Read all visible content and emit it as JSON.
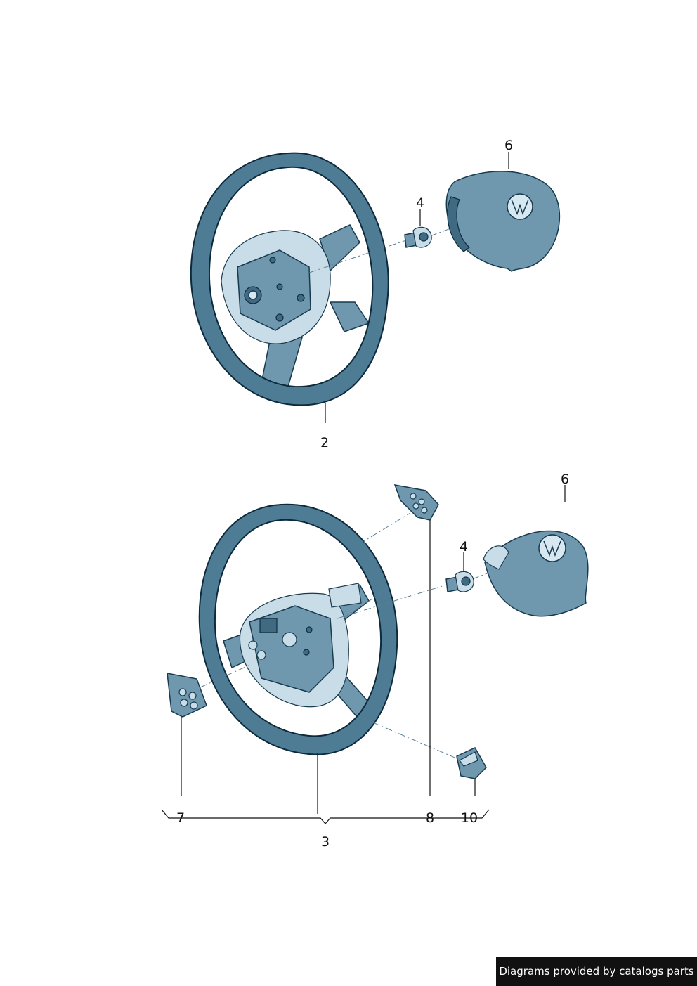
{
  "callouts": {
    "upper_airbag": "6",
    "upper_bolt": "4",
    "upper_wheel": "2",
    "lower_airbag": "6",
    "lower_bolt": "4",
    "left_switch": "7",
    "right_switch": "8",
    "cover": "10",
    "lower_wheel": "3"
  },
  "credit": "Diagrams provided by catalogs parts",
  "colors": {
    "part_fill": "#4f7c95",
    "outline": "#0d2a3c",
    "credit_background": "#111111"
  }
}
